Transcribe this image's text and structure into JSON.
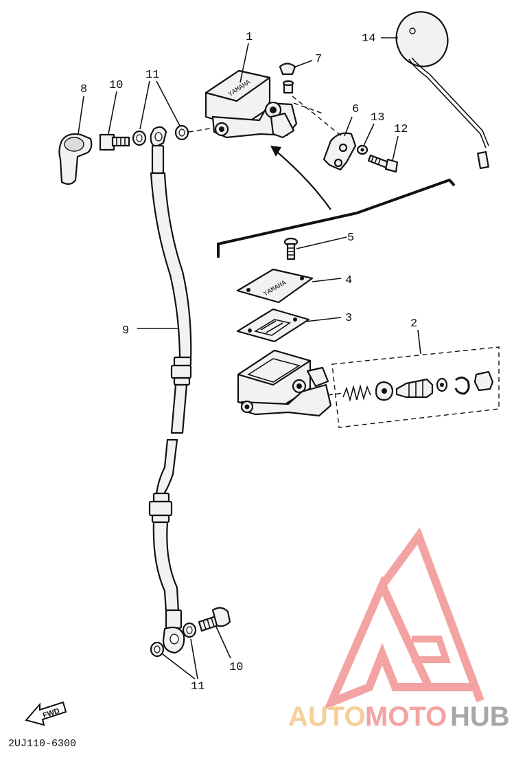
{
  "callouts": {
    "c1": "1",
    "c2": "2",
    "c3": "3",
    "c4": "4",
    "c5": "5",
    "c6": "6",
    "c7": "7",
    "c8": "8",
    "c9": "9",
    "c10_top": "10",
    "c10_bottom": "10",
    "c11_top": "11",
    "c11_bottom": "11",
    "c12": "12",
    "c13": "13",
    "c14": "14"
  },
  "fwd_label": "FWD",
  "diagram_code": "2UJ110-6300",
  "brand_text": "YAMAHA",
  "watermark": {
    "part1": "AUTO",
    "part2": "MOTO",
    "part3": "HUB",
    "colors": {
      "auto": "#f5cf9a",
      "moto": "#f4a3a3",
      "hub": "#a7a7a7",
      "logo": "#f39a9a"
    }
  }
}
